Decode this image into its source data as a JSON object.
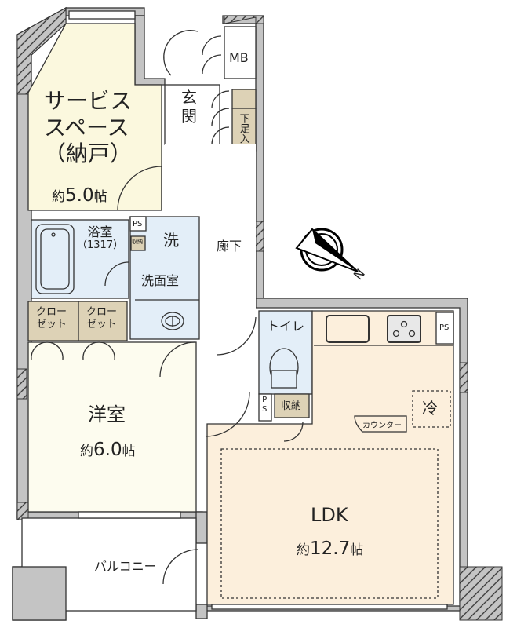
{
  "floorplan": {
    "rooms": {
      "service_space": {
        "label_line1": "サービス",
        "label_line2": "スペース",
        "label_line3": "（納戸）",
        "area_prefix": "約",
        "area_value": "5.0",
        "area_suffix": "帖"
      },
      "genkan": {
        "label_line1": "玄",
        "label_line2": "関"
      },
      "getabako": {
        "label": "下足入"
      },
      "mb": {
        "label": "MB"
      },
      "bathroom": {
        "label": "浴室",
        "size": "（1317）"
      },
      "washroom": {
        "label": "洗面室"
      },
      "washer": {
        "label": "洗"
      },
      "ps_wash": {
        "label": "PS"
      },
      "storage_wash": {
        "label": "収納"
      },
      "corridor": {
        "label": "廊下"
      },
      "closet1": {
        "label_line1": "クロー",
        "label_line2": "ゼット"
      },
      "closet2": {
        "label_line1": "クロー",
        "label_line2": "ゼット"
      },
      "western_room": {
        "label": "洋室",
        "area_prefix": "約",
        "area_value": "6.0",
        "area_suffix": "帖"
      },
      "toilet": {
        "label": "トイレ"
      },
      "ps_toilet": {
        "label_line1": "P",
        "label_line2": "S"
      },
      "storage_toilet": {
        "label": "収納"
      },
      "ps_kitchen": {
        "label": "PS"
      },
      "fridge": {
        "label": "冷"
      },
      "counter": {
        "label": "カウンター"
      },
      "ldk": {
        "label": "LDK",
        "area_prefix": "約",
        "area_value": "12.7",
        "area_suffix": "帖"
      },
      "balcony": {
        "label": "バルコニー"
      }
    },
    "compass": {
      "label": "N"
    },
    "colors": {
      "wall": "#c4c4c4",
      "wall_line": "#333333",
      "service_space_fill": "#fbf8de",
      "western_fill": "#fdfcef",
      "ldk_fill": "#fcefdc",
      "wet_fill": "#e3eef8",
      "closet_fill": "#ddd2b6"
    }
  }
}
